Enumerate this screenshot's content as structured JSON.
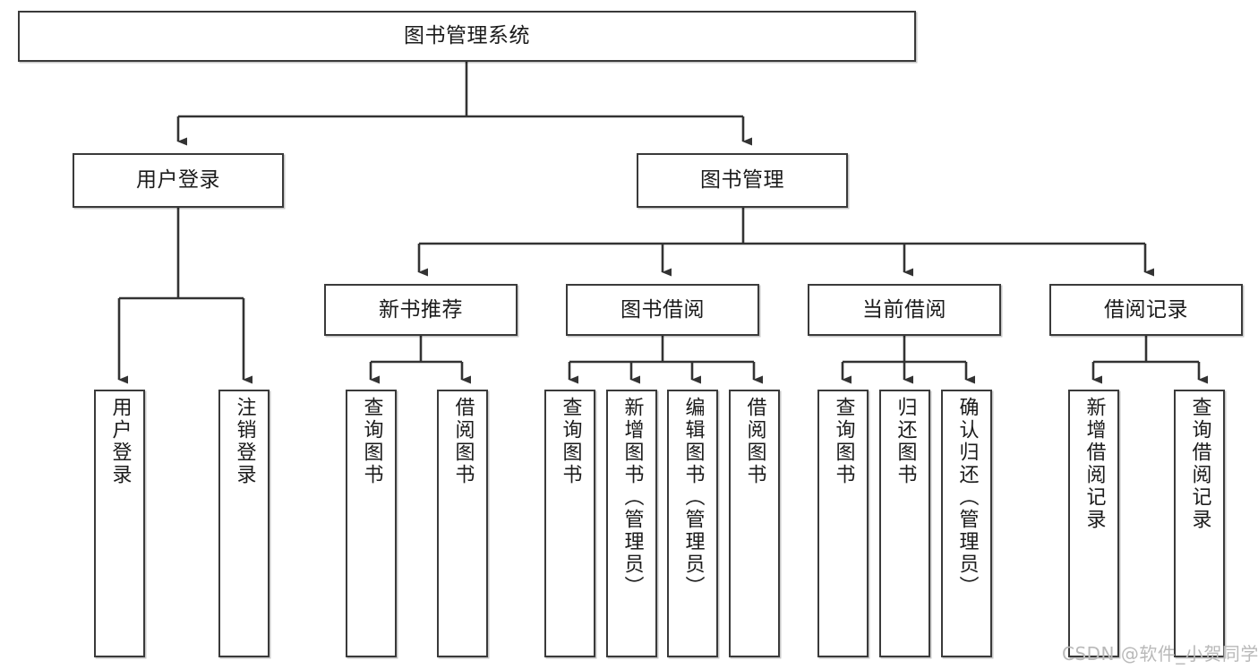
{
  "diagram": {
    "type": "tree-hierarchy",
    "title": "图书管理系统",
    "root": {
      "label": "图书管理系统",
      "children": [
        {
          "label": "用户登录",
          "children": [
            {
              "label": "用户登录"
            },
            {
              "label": "注销登录"
            }
          ]
        },
        {
          "label": "图书管理",
          "children": [
            {
              "label": "新书推荐",
              "children": [
                {
                  "label": "查询图书"
                },
                {
                  "label": "借阅图书"
                }
              ]
            },
            {
              "label": "图书借阅",
              "children": [
                {
                  "label": "查询图书"
                },
                {
                  "label": "新增图书（管理员）"
                },
                {
                  "label": "编辑图书（管理员）"
                },
                {
                  "label": "借阅图书"
                }
              ]
            },
            {
              "label": "当前借阅",
              "children": [
                {
                  "label": "查询图书"
                },
                {
                  "label": "归还图书"
                },
                {
                  "label": "确认归还（管理员）"
                }
              ]
            },
            {
              "label": "借阅记录",
              "children": [
                {
                  "label": "新增借阅记录"
                },
                {
                  "label": "查询借阅记录"
                }
              ]
            }
          ]
        }
      ]
    },
    "nodes": {
      "root_title": "图书管理系统",
      "l2_user_login": "用户登录",
      "l2_book_manage": "图书管理",
      "l3_new_book_rec": "新书推荐",
      "l3_book_borrow": "图书借阅",
      "l3_current_borrow": "当前借阅",
      "l3_borrow_record": "借阅记录",
      "leaf_user_login": "用户登录",
      "leaf_logout": "注销登录",
      "leaf_query_book_a": "查询图书",
      "leaf_borrow_book_a": "借阅图书",
      "leaf_query_book_b": "查询图书",
      "leaf_add_book_admin": "新增图书（管理员）",
      "leaf_edit_book_admin": "编辑图书（管理员）",
      "leaf_borrow_book_b": "借阅图书",
      "leaf_query_book_c": "查询图书",
      "leaf_return_book": "归还图书",
      "leaf_confirm_return_admin": "确认归还（管理员）",
      "leaf_add_record": "新增借阅记录",
      "leaf_query_record": "查询借阅记录"
    },
    "colors": {
      "border": "#3a3a3a",
      "background": "#ffffff",
      "text": "#1b1b1b",
      "connector": "#333333",
      "watermark": "#b9b9b9"
    },
    "watermark": "CSDN @软件_小贺同学"
  }
}
